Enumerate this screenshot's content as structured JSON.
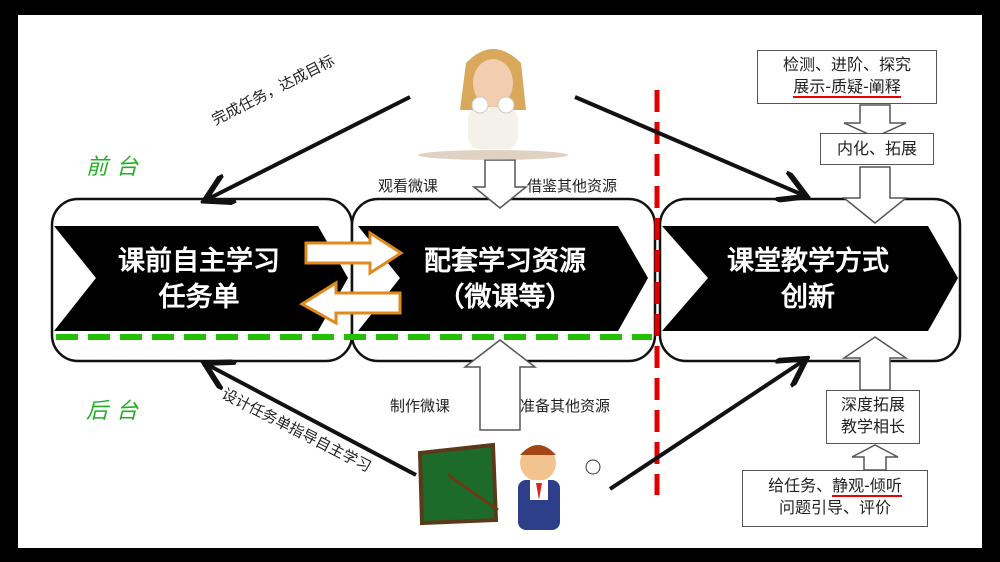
{
  "labels": {
    "front_stage": "前台",
    "back_stage": "后台",
    "complete_task": "完成任务，达成目标",
    "design_task": "设计任务单指导自主学习",
    "watch_micro": "观看微课",
    "borrow_resources": "借鉴其他资源",
    "make_micro": "制作微课",
    "prepare_resources": "准备其他资源"
  },
  "boxes": {
    "task_sheet": [
      "课前自主学习",
      "任务单"
    ],
    "resources": [
      "配套学习资源",
      "（微课等）"
    ],
    "innovation": [
      "课堂教学方式",
      "创新"
    ]
  },
  "side_boxes": {
    "top": {
      "line1": "检测、进阶、探究",
      "line2": "展示-质疑-阐释"
    },
    "internalize": "内化、拓展",
    "deepen": {
      "line1": "深度拓展",
      "line2": "教学相长"
    },
    "bottom": {
      "line1a": "给任务、",
      "line1b": "静观-倾听",
      "line2": "问题引导、评价"
    }
  },
  "colors": {
    "green_dash": "#22c000",
    "red_dash": "#e00000",
    "orange_arrow": "#e08a1e"
  }
}
